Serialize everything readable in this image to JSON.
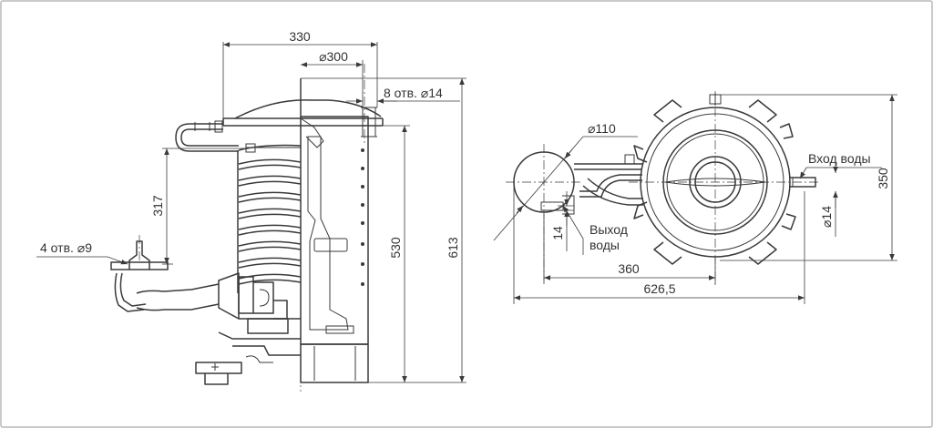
{
  "drawing": {
    "front_view": {
      "dim_width": "330",
      "dim_diameter": "⌀300",
      "dim_holes_top": "8 отв. ⌀14",
      "dim_height_body": "530",
      "dim_height_total": "613",
      "dim_coil_height": "317",
      "dim_holes_base": "4 отв. ⌀9"
    },
    "plan_view": {
      "dim_pipe_diameter": "⌀110",
      "label_water_in": "Вход воды",
      "label_water_out": "Выход воды",
      "label_water_out_line1": "Выход",
      "label_water_out_line2": "воды",
      "dim_height_350": "350",
      "dim_fitting": "⌀14",
      "dim_offset_14": "14",
      "dim_360": "360",
      "dim_total_width": "626,5"
    }
  }
}
